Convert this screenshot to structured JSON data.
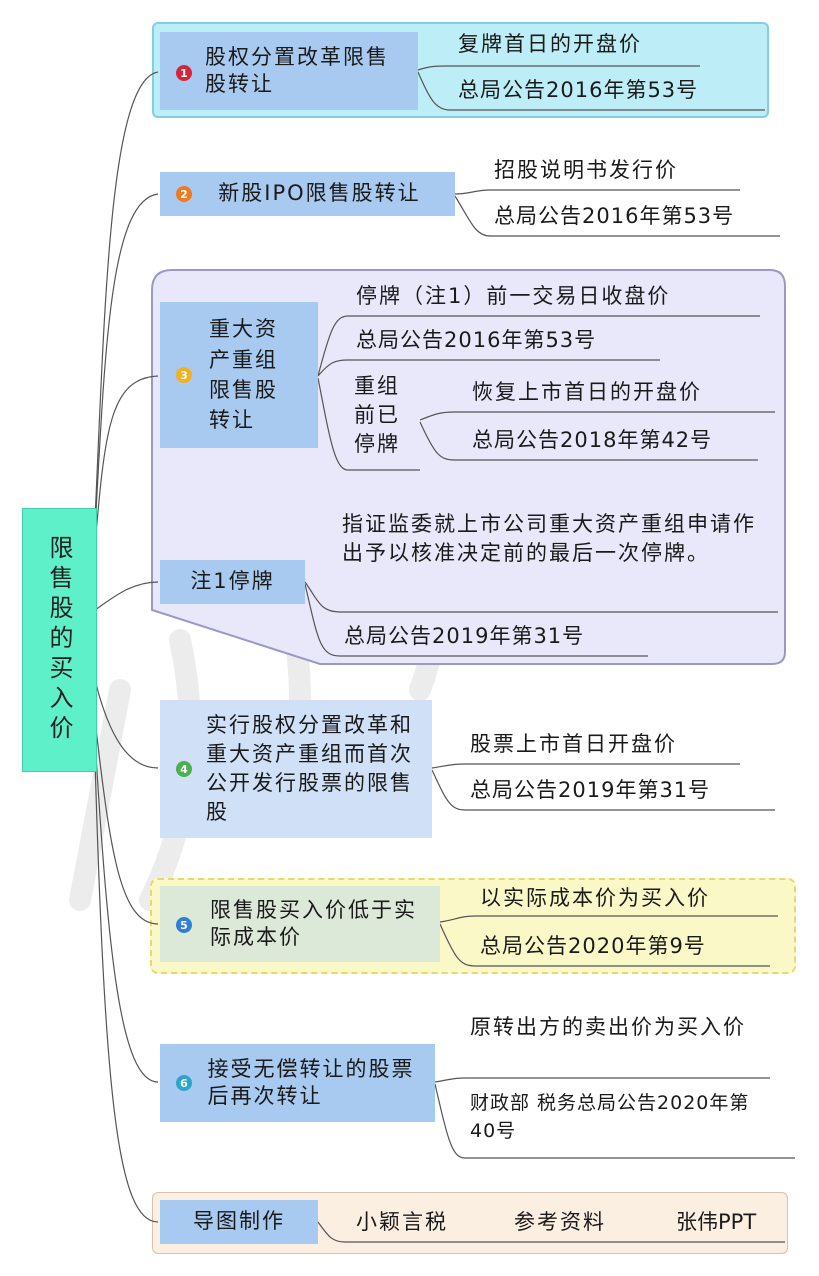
{
  "root": {
    "label": "限售股的买入价"
  },
  "branches": [
    {
      "badge": "1",
      "title": "股权分置改革限售股转让",
      "leaves": [
        "复牌首日的开盘价",
        "总局公告2016年第53号"
      ]
    },
    {
      "badge": "2",
      "title": "新股IPO限售股转让",
      "leaves": [
        "招股说明书发行价",
        "总局公告2016年第53号"
      ]
    },
    {
      "badge": "3",
      "title": "重大资产重组限售股转让",
      "leaves": [
        "停牌（注1）前一交易日收盘价",
        "总局公告2016年第53号"
      ],
      "sub": {
        "title": "重组前已停牌",
        "leaves": [
          "恢复上市首日的开盘价",
          "总局公告2018年第42号"
        ]
      }
    },
    {
      "badge": "",
      "title": "注1停牌",
      "leaves": [
        "指证监委就上市公司重大资产重组申请作出予以核准决定前的最后一次停牌。",
        "总局公告2019年第31号"
      ]
    },
    {
      "badge": "4",
      "title": "实行股权分置改革和重大资产重组而首次公开发行股票的限售股",
      "leaves": [
        "股票上市首日开盘价",
        "总局公告2019年第31号"
      ]
    },
    {
      "badge": "5",
      "title": "限售股买入价低于实际成本价",
      "leaves": [
        "以实际成本价为买入价",
        "总局公告2020年第9号"
      ]
    },
    {
      "badge": "6",
      "title": "接受无偿转让的股票后再次转让",
      "leaves": [
        "原转出方的卖出价为买入价",
        "财政部 税务总局公告2020年第40号"
      ]
    },
    {
      "badge": "",
      "title": "导图制作",
      "leaves": [
        "小颖言税",
        "参考资料",
        "张伟PPT"
      ]
    }
  ],
  "colors": {
    "root": "#5ef0c8",
    "node": "#a8c9f0",
    "node4": "#cfe0f7",
    "node5": "#dde9d8",
    "panel1": "#bdeef7",
    "panel3": "#e9e7fa",
    "panel5": "#fbf8c8",
    "panel8": "#fbefe2",
    "badge1": "#d6253a",
    "badge2": "#f07a20",
    "badge3": "#f2b21e",
    "badge4": "#4caf50",
    "badge5": "#2f7fd6",
    "badge6": "#2aa6c9"
  }
}
